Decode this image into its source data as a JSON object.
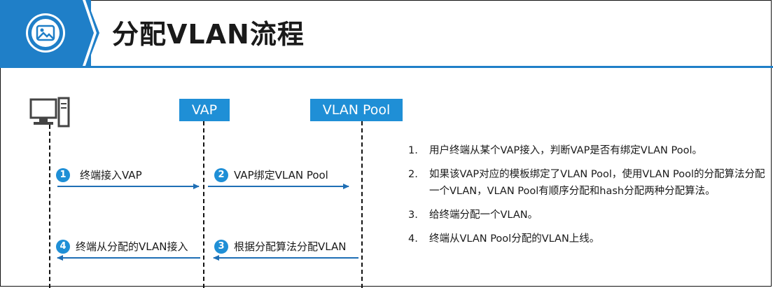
{
  "header": {
    "title": "分配VLAN流程",
    "icon": "image-icon",
    "accent": "#1f7fc8"
  },
  "diagram": {
    "actors": [
      {
        "id": "terminal",
        "icon": "computer-icon"
      },
      {
        "id": "vap",
        "label": "VAP"
      },
      {
        "id": "pool",
        "label": "VLAN Pool"
      }
    ],
    "steps": [
      {
        "num": "1",
        "label": "终端接入VAP",
        "from": "terminal",
        "to": "vap"
      },
      {
        "num": "2",
        "label": "VAP绑定VLAN  Pool",
        "from": "vap",
        "to": "pool"
      },
      {
        "num": "3",
        "label": "根据分配算法分配VLAN",
        "from": "pool",
        "to": "vap"
      },
      {
        "num": "4",
        "label": "终端从分配的VLAN接入",
        "from": "vap",
        "to": "terminal"
      }
    ],
    "box_color": "#1f8fd6",
    "arrow_color": "#1f6fb5"
  },
  "notes": [
    {
      "num": "1.",
      "text": "用户终端从某个VAP接入，判断VAP是否有绑定VLAN Pool。"
    },
    {
      "num": "2.",
      "text": "如果该VAP对应的模板绑定了VLAN Pool，使用VLAN Pool的分配算法分配一个VLAN，VLAN  Pool有顺序分配和hash分配两种分配算法。"
    },
    {
      "num": "3.",
      "text": "给终端分配一个VLAN。"
    },
    {
      "num": "4.",
      "text": "终端从VLAN Pool分配的VLAN上线。"
    }
  ]
}
